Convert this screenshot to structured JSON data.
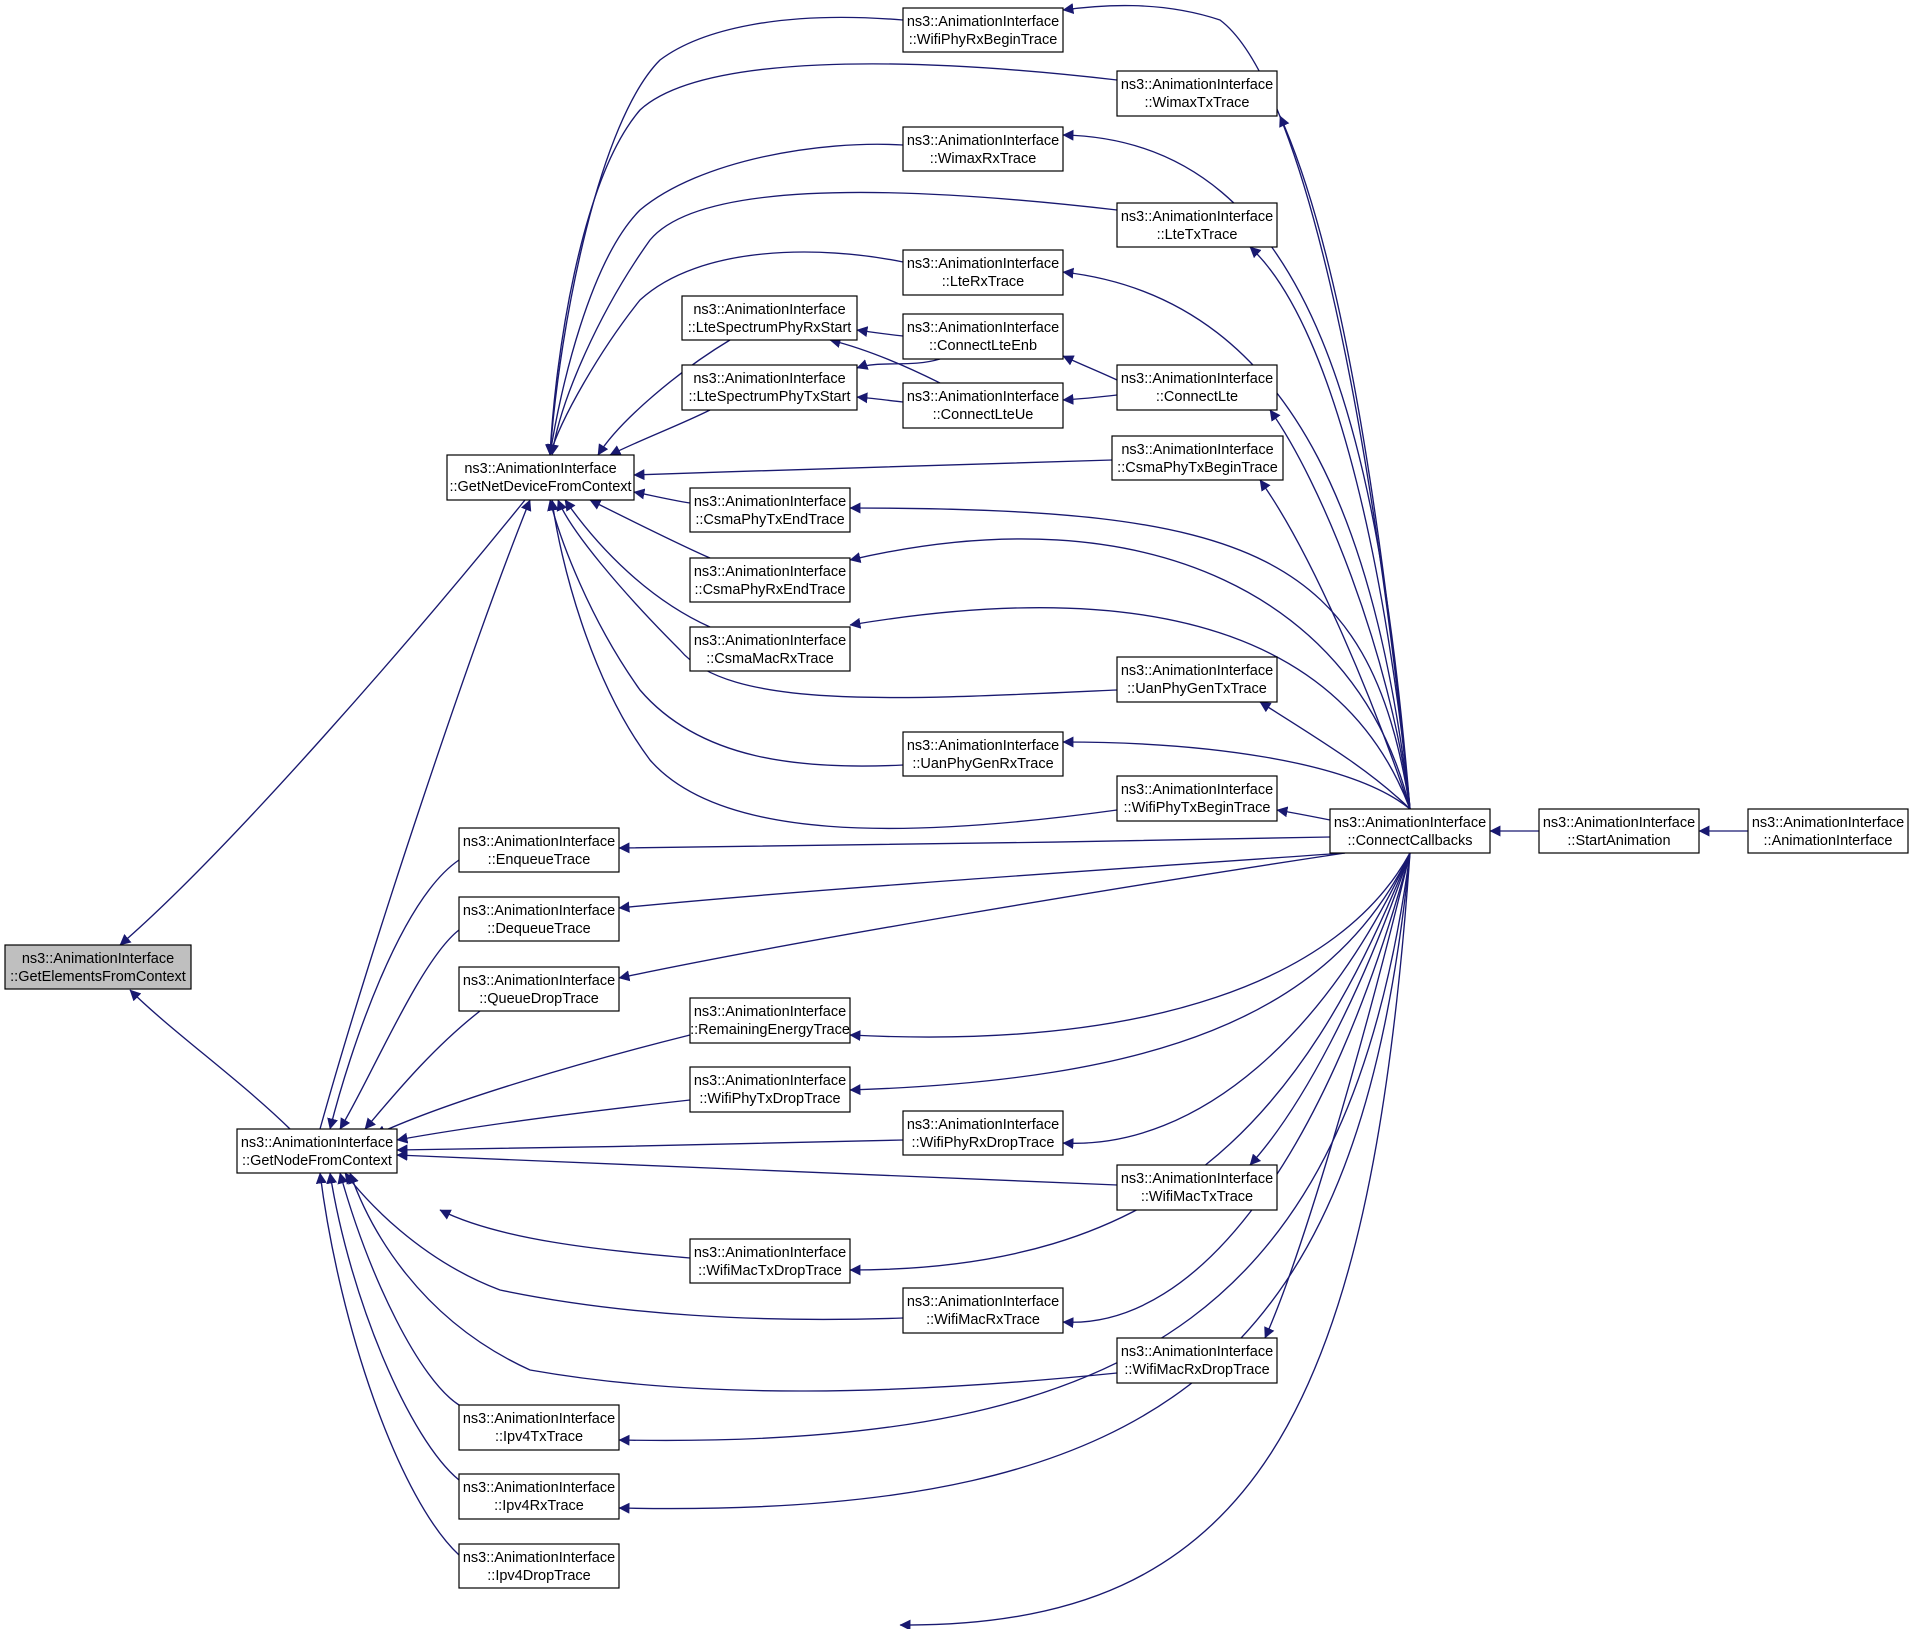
{
  "diagram": {
    "type": "call-graph",
    "colors": {
      "edge": "#191970",
      "node_fill": "#ffffff",
      "focus_fill": "#bfbfbf",
      "node_border": "#000000"
    },
    "nodes": [
      {
        "id": "getelements",
        "line1": "ns3::AnimationInterface",
        "line2": "::GetElementsFromContext",
        "focus": true
      },
      {
        "id": "getnetdevice",
        "line1": "ns3::AnimationInterface",
        "line2": "::GetNetDeviceFromContext"
      },
      {
        "id": "getnode",
        "line1": "ns3::AnimationInterface",
        "line2": "::GetNodeFromContext"
      },
      {
        "id": "ltespecrx",
        "line1": "ns3::AnimationInterface",
        "line2": "::LteSpectrumPhyRxStart"
      },
      {
        "id": "ltespectx",
        "line1": "ns3::AnimationInterface",
        "line2": "::LteSpectrumPhyTxStart"
      },
      {
        "id": "csmaphytxend",
        "line1": "ns3::AnimationInterface",
        "line2": "::CsmaPhyTxEndTrace"
      },
      {
        "id": "csmaphyrxend",
        "line1": "ns3::AnimationInterface",
        "line2": "::CsmaPhyRxEndTrace"
      },
      {
        "id": "csmamacrx",
        "line1": "ns3::AnimationInterface",
        "line2": "::CsmaMacRxTrace"
      },
      {
        "id": "enqueue",
        "line1": "ns3::AnimationInterface",
        "line2": "::EnqueueTrace"
      },
      {
        "id": "dequeue",
        "line1": "ns3::AnimationInterface",
        "line2": "::DequeueTrace"
      },
      {
        "id": "queuedrop",
        "line1": "ns3::AnimationInterface",
        "line2": "::QueueDropTrace"
      },
      {
        "id": "remainingenergy",
        "line1": "ns3::AnimationInterface",
        "line2": "::RemainingEnergyTrace"
      },
      {
        "id": "wifiphytxdrop",
        "line1": "ns3::AnimationInterface",
        "line2": "::WifiPhyTxDropTrace"
      },
      {
        "id": "wifimactxdrop",
        "line1": "ns3::AnimationInterface",
        "line2": "::WifiMacTxDropTrace"
      },
      {
        "id": "ipv4tx",
        "line1": "ns3::AnimationInterface",
        "line2": "::Ipv4TxTrace"
      },
      {
        "id": "ipv4rx",
        "line1": "ns3::AnimationInterface",
        "line2": "::Ipv4RxTrace"
      },
      {
        "id": "ipv4drop",
        "line1": "ns3::AnimationInterface",
        "line2": "::Ipv4DropTrace"
      },
      {
        "id": "wifiphyrxbegin",
        "line1": "ns3::AnimationInterface",
        "line2": "::WifiPhyRxBeginTrace"
      },
      {
        "id": "wimaxrx",
        "line1": "ns3::AnimationInterface",
        "line2": "::WimaxRxTrace"
      },
      {
        "id": "lterx",
        "line1": "ns3::AnimationInterface",
        "line2": "::LteRxTrace"
      },
      {
        "id": "connectlteenb",
        "line1": "ns3::AnimationInterface",
        "line2": "::ConnectLteEnb"
      },
      {
        "id": "connectlteue",
        "line1": "ns3::AnimationInterface",
        "line2": "::ConnectLteUe"
      },
      {
        "id": "uanphygenrx",
        "line1": "ns3::AnimationInterface",
        "line2": "::UanPhyGenRxTrace"
      },
      {
        "id": "wifiphyrxdrop",
        "line1": "ns3::AnimationInterface",
        "line2": "::WifiPhyRxDropTrace"
      },
      {
        "id": "wifimacrx",
        "line1": "ns3::AnimationInterface",
        "line2": "::WifiMacRxTrace"
      },
      {
        "id": "wimaxtx",
        "line1": "ns3::AnimationInterface",
        "line2": "::WimaxTxTrace"
      },
      {
        "id": "ltetx",
        "line1": "ns3::AnimationInterface",
        "line2": "::LteTxTrace"
      },
      {
        "id": "connectlte",
        "line1": "ns3::AnimationInterface",
        "line2": "::ConnectLte"
      },
      {
        "id": "csmaphytxbegin",
        "line1": "ns3::AnimationInterface",
        "line2": "::CsmaPhyTxBeginTrace"
      },
      {
        "id": "uanphygentx",
        "line1": "ns3::AnimationInterface",
        "line2": "::UanPhyGenTxTrace"
      },
      {
        "id": "wifiphytxbegin",
        "line1": "ns3::AnimationInterface",
        "line2": "::WifiPhyTxBeginTrace"
      },
      {
        "id": "wifimactx",
        "line1": "ns3::AnimationInterface",
        "line2": "::WifiMacTxTrace"
      },
      {
        "id": "wifimacrxdrop",
        "line1": "ns3::AnimationInterface",
        "line2": "::WifiMacRxDropTrace"
      },
      {
        "id": "connectcallbacks",
        "line1": "ns3::AnimationInterface",
        "line2": "::ConnectCallbacks"
      },
      {
        "id": "startanimation",
        "line1": "ns3::AnimationInterface",
        "line2": "::StartAnimation"
      },
      {
        "id": "animinterface",
        "line1": "ns3::AnimationInterface",
        "line2": "::AnimationInterface"
      }
    ],
    "edges": [
      {
        "from": "getnetdevice",
        "to": "getelements"
      },
      {
        "from": "getnode",
        "to": "getelements"
      },
      {
        "from": "ltespecrx",
        "to": "getnetdevice"
      },
      {
        "from": "ltespectx",
        "to": "getnetdevice"
      },
      {
        "from": "csmaphytxend",
        "to": "getnetdevice"
      },
      {
        "from": "csmaphyrxend",
        "to": "getnetdevice"
      },
      {
        "from": "csmamacrx",
        "to": "getnetdevice"
      },
      {
        "from": "wifiphyrxbegin",
        "to": "getnetdevice"
      },
      {
        "from": "wimaxrx",
        "to": "getnetdevice"
      },
      {
        "from": "lterx",
        "to": "getnetdevice"
      },
      {
        "from": "uanphygenrx",
        "to": "getnetdevice"
      },
      {
        "from": "wimaxtx",
        "to": "getnetdevice"
      },
      {
        "from": "ltetx",
        "to": "getnetdevice"
      },
      {
        "from": "csmaphytxbegin",
        "to": "getnetdevice"
      },
      {
        "from": "uanphygentx",
        "to": "getnetdevice"
      },
      {
        "from": "wifiphytxbegin",
        "to": "getnetdevice"
      },
      {
        "from": "getnode",
        "to": "getnetdevice"
      },
      {
        "from": "enqueue",
        "to": "getnode"
      },
      {
        "from": "dequeue",
        "to": "getnode"
      },
      {
        "from": "queuedrop",
        "to": "getnode"
      },
      {
        "from": "remainingenergy",
        "to": "getnode"
      },
      {
        "from": "wifiphytxdrop",
        "to": "getnode"
      },
      {
        "from": "wifimactxdrop",
        "to": "getnode"
      },
      {
        "from": "ipv4tx",
        "to": "getnode"
      },
      {
        "from": "ipv4rx",
        "to": "getnode"
      },
      {
        "from": "ipv4drop",
        "to": "getnode"
      },
      {
        "from": "wifiphyrxdrop",
        "to": "getnode"
      },
      {
        "from": "wifimacrx",
        "to": "getnode"
      },
      {
        "from": "wifimactx",
        "to": "getnode"
      },
      {
        "from": "wifimacrxdrop",
        "to": "getnode"
      },
      {
        "from": "connectlteenb",
        "to": "ltespecrx"
      },
      {
        "from": "connectlteue",
        "to": "ltespecrx"
      },
      {
        "from": "connectlteenb",
        "to": "ltespectx"
      },
      {
        "from": "connectlteue",
        "to": "ltespectx"
      },
      {
        "from": "connectlte",
        "to": "connectlteenb"
      },
      {
        "from": "connectlte",
        "to": "connectlteue"
      },
      {
        "from": "connectcallbacks",
        "to": "wifiphyrxbegin"
      },
      {
        "from": "connectcallbacks",
        "to": "wimaxtx"
      },
      {
        "from": "connectcallbacks",
        "to": "wimaxrx"
      },
      {
        "from": "connectcallbacks",
        "to": "ltetx"
      },
      {
        "from": "connectcallbacks",
        "to": "lterx"
      },
      {
        "from": "connectcallbacks",
        "to": "connectlte"
      },
      {
        "from": "connectcallbacks",
        "to": "csmaphytxbegin"
      },
      {
        "from": "connectcallbacks",
        "to": "csmaphytxend"
      },
      {
        "from": "connectcallbacks",
        "to": "csmaphyrxend"
      },
      {
        "from": "connectcallbacks",
        "to": "csmamacrx"
      },
      {
        "from": "connectcallbacks",
        "to": "uanphygentx"
      },
      {
        "from": "connectcallbacks",
        "to": "uanphygenrx"
      },
      {
        "from": "connectcallbacks",
        "to": "wifiphytxbegin"
      },
      {
        "from": "connectcallbacks",
        "to": "enqueue"
      },
      {
        "from": "connectcallbacks",
        "to": "dequeue"
      },
      {
        "from": "connectcallbacks",
        "to": "queuedrop"
      },
      {
        "from": "connectcallbacks",
        "to": "remainingenergy"
      },
      {
        "from": "connectcallbacks",
        "to": "wifiphytxdrop"
      },
      {
        "from": "connectcallbacks",
        "to": "wifiphyrxdrop"
      },
      {
        "from": "connectcallbacks",
        "to": "wifimactx"
      },
      {
        "from": "connectcallbacks",
        "to": "wifimactxdrop"
      },
      {
        "from": "connectcallbacks",
        "to": "wifimacrx"
      },
      {
        "from": "connectcallbacks",
        "to": "wifimacrxdrop"
      },
      {
        "from": "connectcallbacks",
        "to": "ipv4tx"
      },
      {
        "from": "connectcallbacks",
        "to": "ipv4rx"
      },
      {
        "from": "connectcallbacks",
        "to": "ipv4drop"
      },
      {
        "from": "startanimation",
        "to": "connectcallbacks"
      },
      {
        "from": "animinterface",
        "to": "startanimation"
      }
    ]
  }
}
